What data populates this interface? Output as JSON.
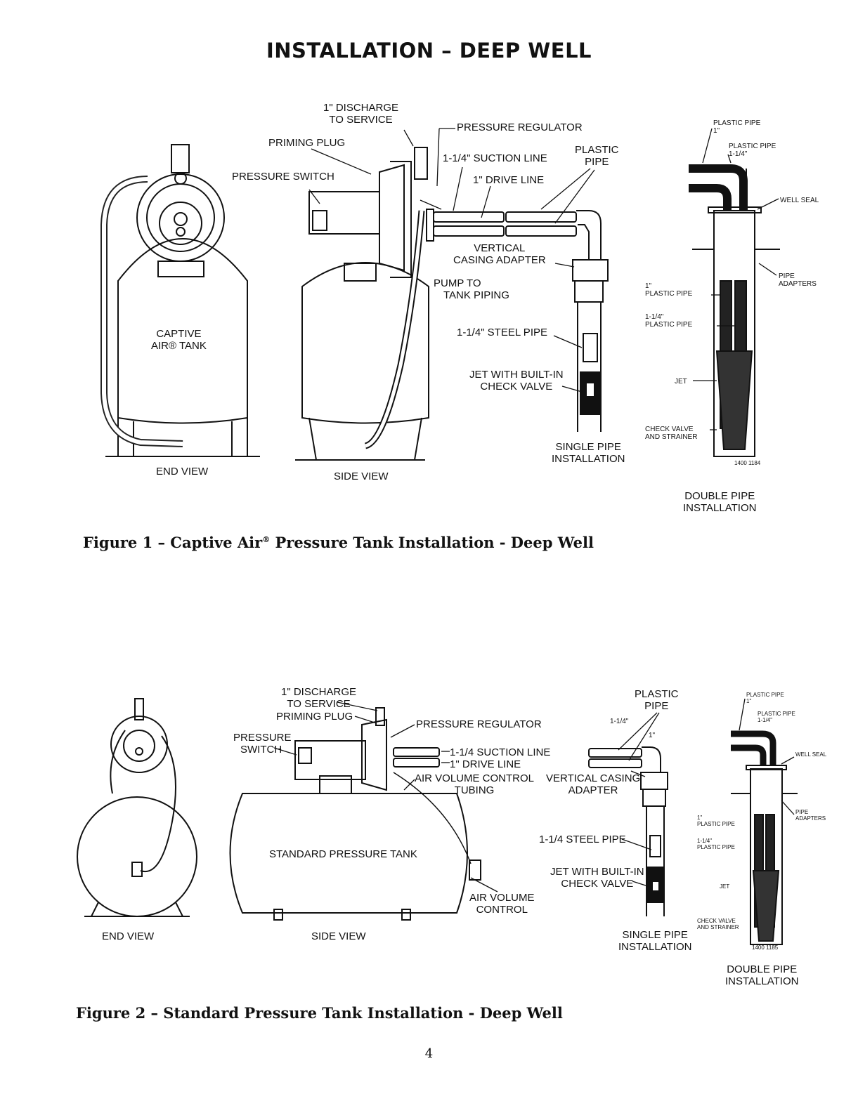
{
  "page_title": "INSTALLATION – DEEP WELL",
  "figure1": {
    "caption_prefix": "Figure 1 – Captive Air",
    "caption_reg": "®",
    "caption_suffix": " Pressure Tank Installation - Deep Well",
    "labels": {
      "discharge": "1\" DISCHARGE\nTO SERVICE",
      "priming_plug": "PRIMING PLUG",
      "pressure_switch": "PRESSURE SWITCH",
      "pressure_regulator": "PRESSURE REGULATOR",
      "suction_line": "1-1/4\" SUCTION LINE",
      "drive_line": "1\" DRIVE LINE",
      "plastic_pipe": "PLASTIC\nPIPE",
      "vertical_casing_adapter": "VERTICAL\nCASING ADAPTER",
      "pump_to_tank": "PUMP TO\nTANK PIPING",
      "steel_pipe": "1-1/4\" STEEL PIPE",
      "jet_check": "JET WITH BUILT-IN\nCHECK VALVE",
      "captive_tank": "CAPTIVE\nAIR® TANK",
      "end_view": "END VIEW",
      "side_view": "SIDE VIEW",
      "single_pipe": "SINGLE PIPE\nINSTALLATION",
      "double_pipe": "DOUBLE PIPE\nINSTALLATION",
      "dp_plastic_1": "PLASTIC PIPE\n1\"",
      "dp_plastic_114": "PLASTIC PIPE\n1-1/4\"",
      "dp_well_seal": "WELL SEAL",
      "dp_pipe_adapters": "PIPE\nADAPTERS",
      "dp_left_1": "1\"\nPLASTIC PIPE",
      "dp_left_114": "1-1/4\"\nPLASTIC PIPE",
      "dp_jet": "JET",
      "dp_check": "CHECK VALVE\nAND STRAINER",
      "dp_code": "1400 1184"
    }
  },
  "figure2": {
    "caption": "Figure 2 – Standard Pressure Tank Installation - Deep Well",
    "labels": {
      "discharge": "1\" DISCHARGE\nTO SERVICE",
      "priming_plug": "PRIMING PLUG",
      "pressure_switch": "PRESSURE\nSWITCH",
      "pressure_regulator": "PRESSURE REGULATOR",
      "suction_drive": "1-1/4 SUCTION LINE\n1\" DRIVE LINE",
      "air_volume_tubing": "AIR VOLUME CONTROL\nTUBING",
      "plastic_pipe": "PLASTIC\nPIPE",
      "size_114": "1-1/4\"",
      "size_1": "1\"",
      "vertical_casing_adapter": "VERTICAL CASING\nADAPTER",
      "steel_pipe": "1-1/4 STEEL PIPE",
      "jet_check": "JET WITH BUILT-IN\nCHECK VALVE",
      "standard_tank": "STANDARD PRESSURE TANK",
      "air_volume_control": "AIR VOLUME\nCONTROL",
      "end_view": "END VIEW",
      "side_view": "SIDE VIEW",
      "single_pipe": "SINGLE PIPE\nINSTALLATION",
      "double_pipe": "DOUBLE PIPE\nINSTALLATION",
      "dp_plastic_1": "PLASTIC PIPE\n1\"",
      "dp_plastic_114": "PLASTIC PIPE\n1-1/4\"",
      "dp_well_seal": "WELL SEAL",
      "dp_pipe_adapters": "PIPE\nADAPTERS",
      "dp_left_1": "1\"\nPLASTIC PIPE",
      "dp_left_114": "1-1/4\"\nPLASTIC PIPE",
      "dp_jet": "JET",
      "dp_check": "CHECK VALVE\nAND STRAINER",
      "dp_code": "1400 1185"
    }
  },
  "page_number": "4"
}
